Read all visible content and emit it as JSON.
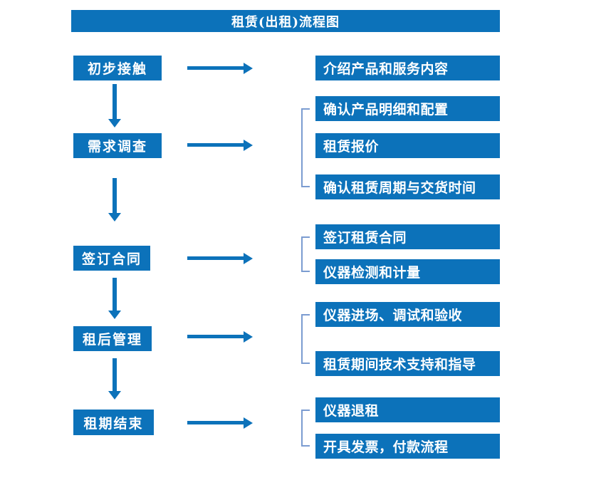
{
  "colors": {
    "primary": "#0c72ba",
    "bracket": "#7b9cd1",
    "text_on_primary": "#ffffff",
    "background": "#ffffff"
  },
  "flow": {
    "title": "租赁(出租)流程图",
    "stages": [
      {
        "label": "初步接触",
        "details": [
          "介绍产品和服务内容"
        ]
      },
      {
        "label": "需求调查",
        "details": [
          "确认产品明细和配置",
          "租赁报价",
          "确认租赁周期与交货时间"
        ]
      },
      {
        "label": "签订合同",
        "details": [
          "签订租赁合同",
          "仪器检测和计量"
        ]
      },
      {
        "label": "租后管理",
        "details": [
          "仪器进场、调试和验收",
          "租赁期间技术支持和指导"
        ]
      },
      {
        "label": "租期结束",
        "details": [
          "仪器退租",
          "开具发票，付款流程"
        ]
      }
    ]
  }
}
